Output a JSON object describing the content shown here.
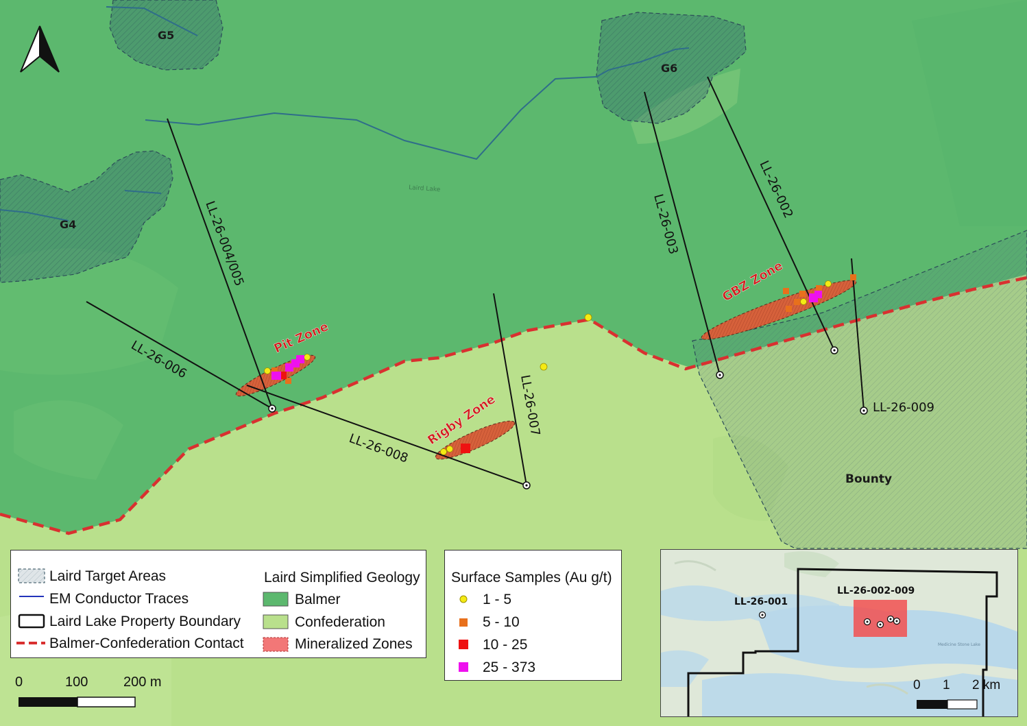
{
  "map": {
    "target_areas": [
      "G5",
      "G6",
      "G4",
      "Bounty"
    ],
    "lake_label": "Laird Lake",
    "zones": [
      "Pit Zone",
      "Rigby Zone",
      "GBZ Zone"
    ],
    "drill_holes": [
      "LL-26-004/005",
      "LL-26-006",
      "LL-26-008",
      "LL-26-007",
      "LL-26-003",
      "LL-26-002",
      "LL-26-009"
    ],
    "colors": {
      "balmer": "#5cb86e",
      "confederation": "#b9e08c",
      "contact": "#d93030",
      "zone_fill": "#d8653a",
      "sample_1_5": "#f5ea14",
      "sample_5_10": "#e8701c",
      "sample_10_25": "#ee1111",
      "sample_25_373": "#ee11ee"
    }
  },
  "legend_left": {
    "items": [
      "Laird Target Areas",
      "EM Conductor Traces",
      "Laird Lake Property Boundary",
      "Balmer-Confederation Contact"
    ],
    "geology_title": "Laird Simplified Geology",
    "geology_items": [
      "Balmer",
      "Confederation",
      "Mineralized Zones"
    ]
  },
  "legend_samples": {
    "title": "Surface Samples (Au g/t)",
    "items": [
      "1 - 5",
      "5 - 10",
      "10 - 25",
      "25 - 373"
    ]
  },
  "scalebar": {
    "labels": [
      "0",
      "100",
      "200 m"
    ]
  },
  "inset": {
    "labels": [
      "LL-26-001",
      "LL-26-002-009"
    ],
    "lake_label": "Medicine Stone Lake",
    "scale_labels": [
      "0",
      "1",
      "2 km"
    ]
  },
  "north_arrow": "north-arrow"
}
